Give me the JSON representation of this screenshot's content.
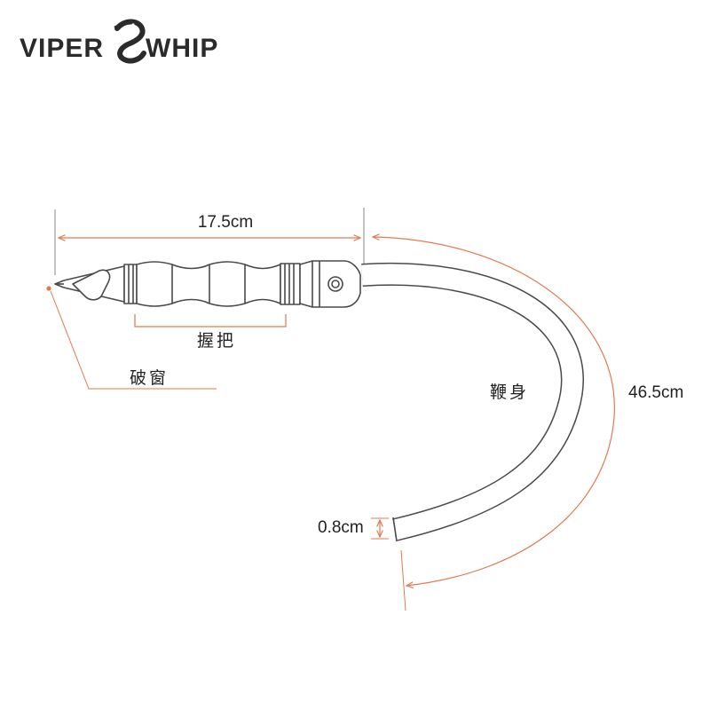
{
  "brand": {
    "left": "VIPER",
    "right": "WHIP",
    "color": "#2b2b2b"
  },
  "dimensions": {
    "handle_length": "17.5cm",
    "whip_length": "46.5cm",
    "thickness": "0.8cm"
  },
  "labels": {
    "grip": "握把",
    "breaker": "破窗",
    "whip_body": "鞭身"
  },
  "colors": {
    "accent": "#e07a4f",
    "outline": "#4a4a4a",
    "text": "#222222"
  }
}
